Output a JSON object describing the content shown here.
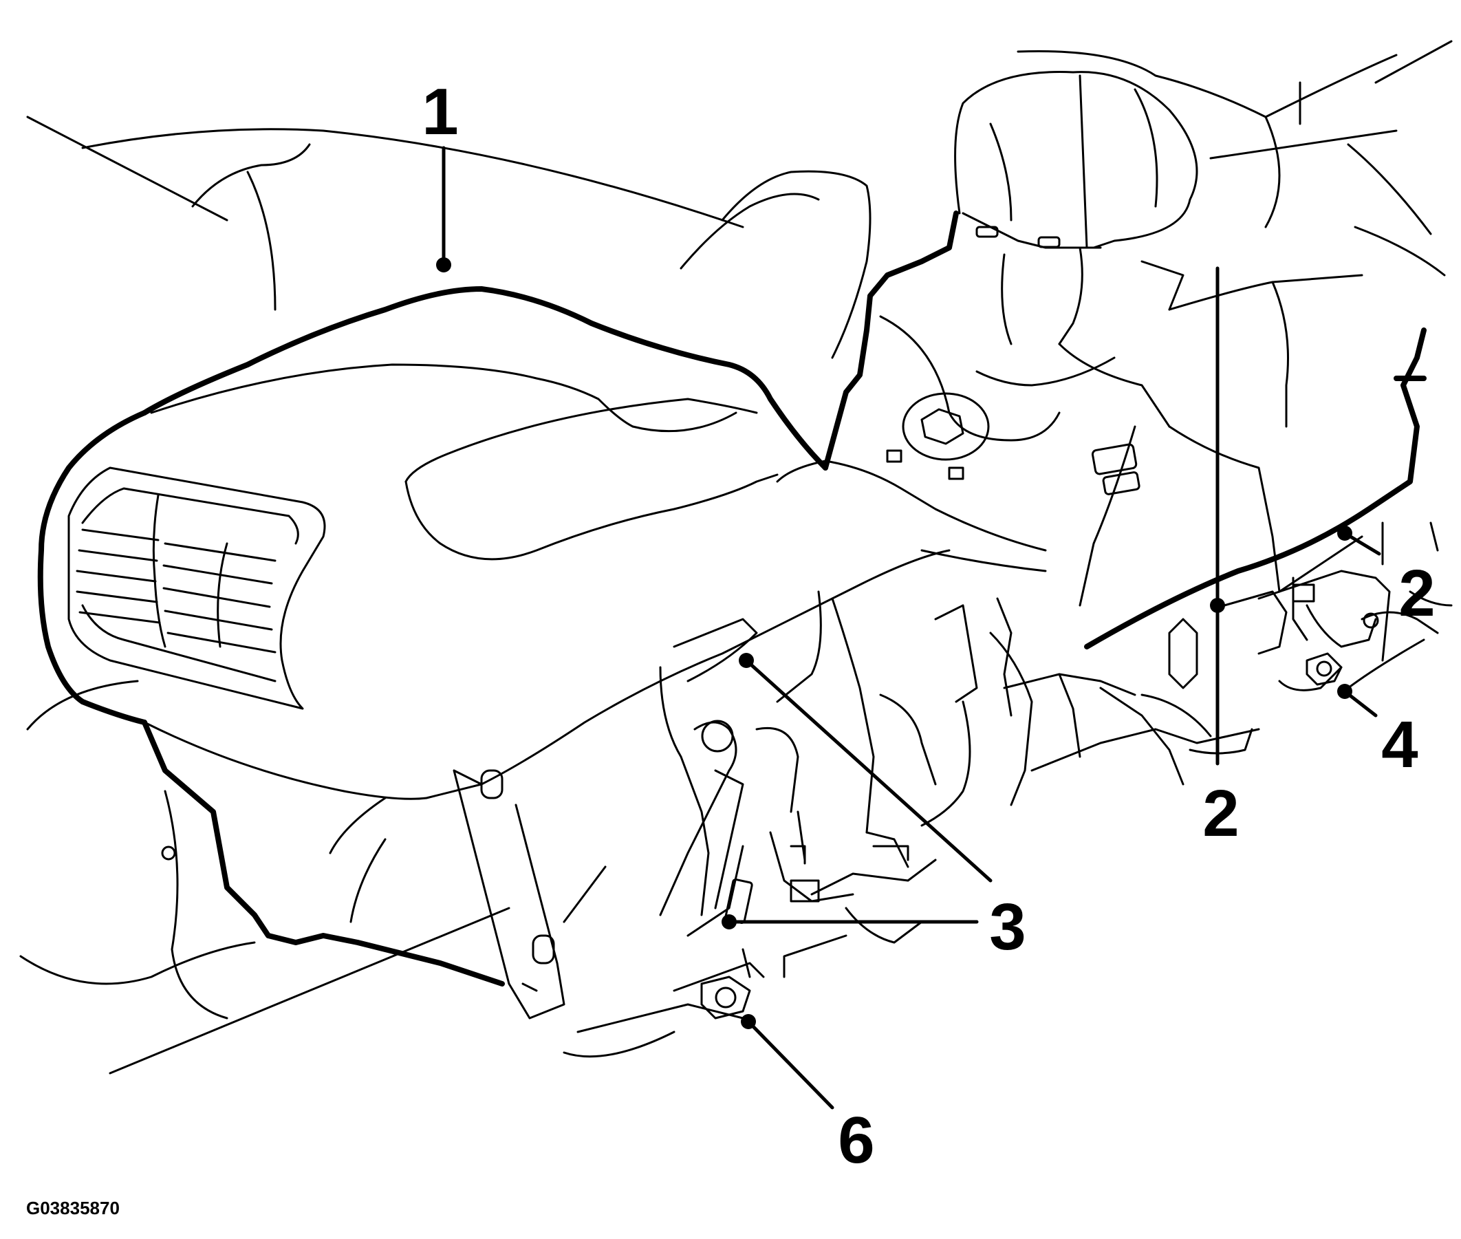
{
  "figure_id": "G03835870",
  "callouts": [
    {
      "label": "1"
    },
    {
      "label": "2"
    },
    {
      "label": "2"
    },
    {
      "label": "3"
    },
    {
      "label": "4"
    },
    {
      "label": "6"
    }
  ],
  "colors": {
    "ink": "#000000",
    "paper": "#ffffff"
  }
}
